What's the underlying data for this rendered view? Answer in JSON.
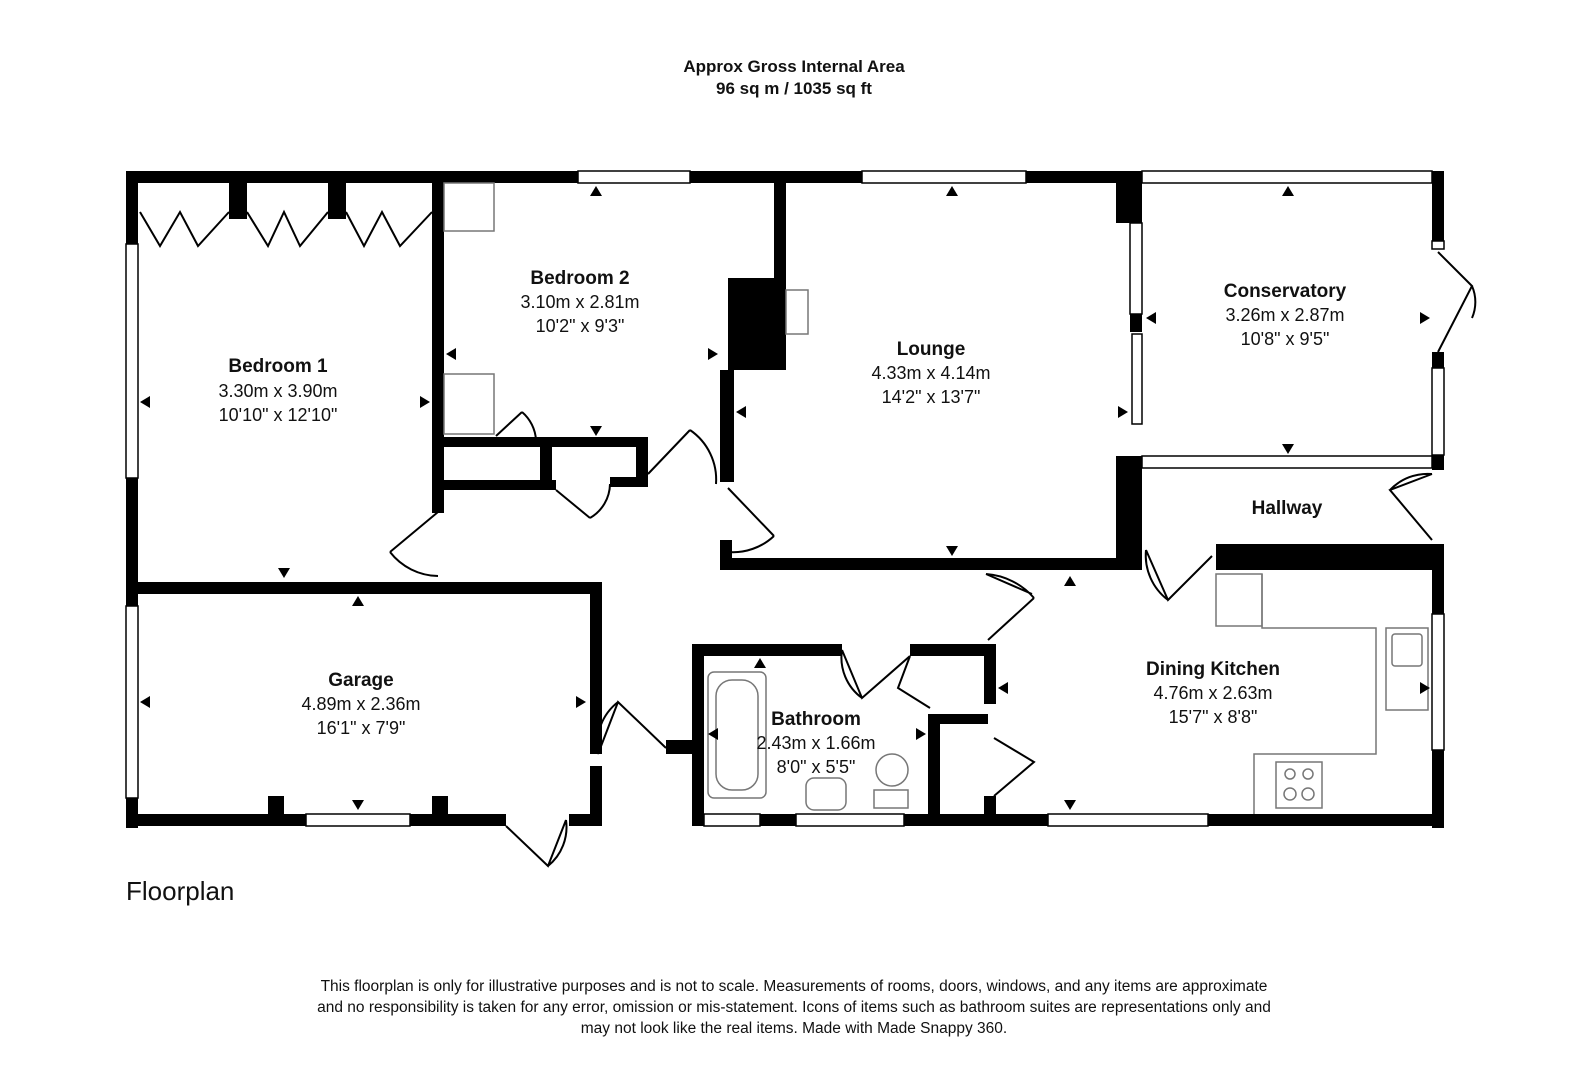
{
  "header": {
    "title": "Approx Gross Internal Area",
    "area": "96 sq m / 1035 sq ft"
  },
  "rooms": {
    "bedroom1": {
      "name": "Bedroom 1",
      "metric": "3.30m x 3.90m",
      "imperial": "10'10\" x 12'10\""
    },
    "bedroom2": {
      "name": "Bedroom 2",
      "metric": "3.10m x 2.81m",
      "imperial": "10'2\" x 9'3\""
    },
    "lounge": {
      "name": "Lounge",
      "metric": "4.33m x 4.14m",
      "imperial": "14'2\" x 13'7\""
    },
    "conservatory": {
      "name": "Conservatory",
      "metric": "3.26m x 2.87m",
      "imperial": "10'8\" x 9'5\""
    },
    "hallway": {
      "name": "Hallway"
    },
    "garage": {
      "name": "Garage",
      "metric": "4.89m x 2.36m",
      "imperial": "16'1\" x 7'9\""
    },
    "bathroom": {
      "name": "Bathroom",
      "metric": "2.43m x 1.66m",
      "imperial": "8'0\" x 5'5\""
    },
    "dining_kitchen": {
      "name": "Dining Kitchen",
      "metric": "4.76m x 2.63m",
      "imperial": "15'7\" x 8'8\""
    }
  },
  "caption": "Floorplan",
  "disclaimer": {
    "line1": "This floorplan is only for illustrative purposes and is not to scale. Measurements of rooms, doors, windows, and any items are approximate",
    "line2": "and no responsibility is taken for any error, omission or mis-statement. Icons of items such as bathroom suites are representations only and",
    "line3": "may not look like the real items. Made with Made Snappy 360."
  },
  "colors": {
    "wall": "#000000",
    "window": "#ffffff",
    "fixture": "#777777",
    "background": "#ffffff"
  }
}
